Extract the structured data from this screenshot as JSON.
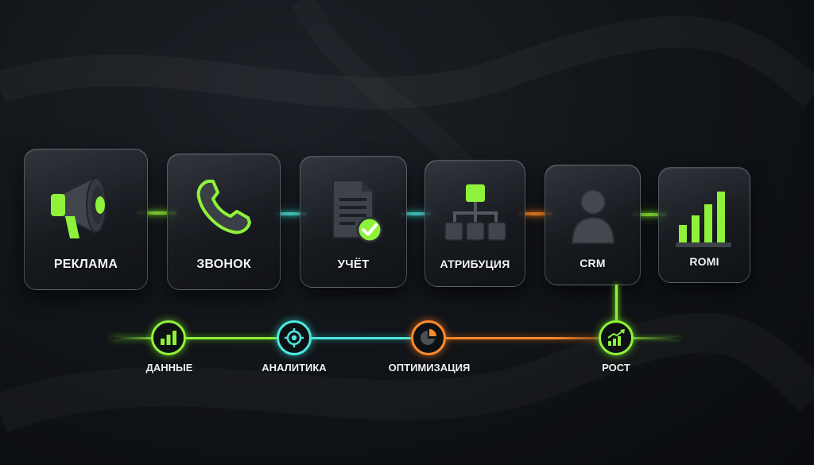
{
  "pipeline": {
    "steps": [
      {
        "label": "РЕКЛАМА",
        "icon": "megaphone-icon"
      },
      {
        "label": "ЗВОНОК",
        "icon": "phone-icon"
      },
      {
        "label": "УЧЁТ",
        "icon": "document-check-icon"
      },
      {
        "label": "АТРИБУЦИЯ",
        "icon": "hierarchy-icon"
      },
      {
        "label": "CRM",
        "icon": "user-icon"
      },
      {
        "label": "ROMI",
        "icon": "bar-chart-icon"
      }
    ],
    "outcomes": [
      {
        "label": "ДАННЫЕ",
        "icon": "bar-chart-icon"
      },
      {
        "label": "АНАЛИТИКА",
        "icon": "target-icon"
      },
      {
        "label": "ОПТИМИЗАЦИЯ",
        "icon": "pie-chart-icon"
      },
      {
        "label": "РОСТ",
        "icon": "growth-chart-icon"
      }
    ]
  },
  "colors": {
    "green": "#8ff23a",
    "cyan": "#4fe8e0",
    "orange": "#ff8a2a",
    "icon_gray": "#3d4249",
    "background": "#0d0f12"
  }
}
